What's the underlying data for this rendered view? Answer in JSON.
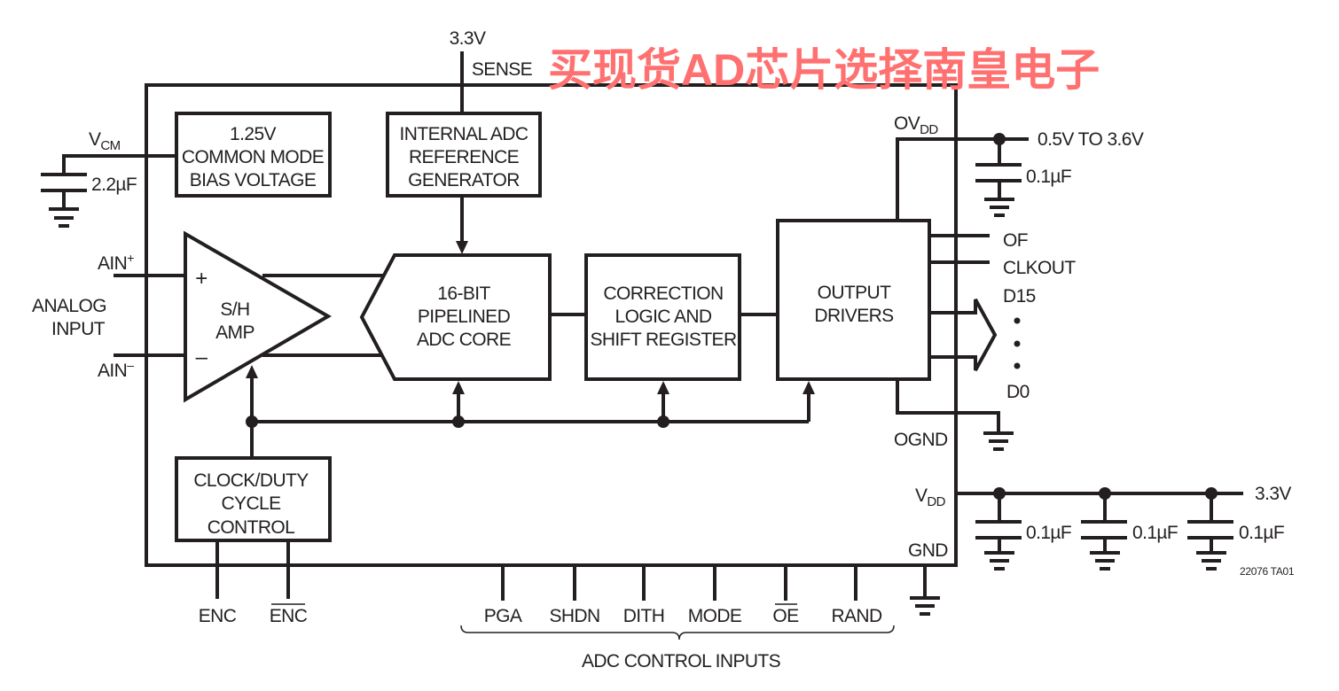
{
  "watermark": "买现货AD芯片选择南皇电子",
  "supply_top": {
    "voltage": "3.3V",
    "pin": "SENSE"
  },
  "blocks": {
    "bias": [
      "1.25V",
      "COMMON MODE",
      "BIAS VOLTAGE"
    ],
    "reference": [
      "INTERNAL ADC",
      "REFERENCE",
      "GENERATOR"
    ],
    "sh_amp": [
      "S/H",
      "AMP"
    ],
    "adc_core": [
      "16-BIT",
      "PIPELINED",
      "ADC CORE"
    ],
    "correction": [
      "CORRECTION",
      "LOGIC AND",
      "SHIFT REGISTER"
    ],
    "output_drivers": [
      "OUTPUT",
      "DRIVERS"
    ],
    "clock": [
      "CLOCK/DUTY",
      "CYCLE",
      "CONTROL"
    ]
  },
  "left": {
    "vcm": {
      "main": "V",
      "sub": "CM"
    },
    "vcm_cap": "2.2µF",
    "ain_plus": {
      "main": "AIN",
      "sup": "+"
    },
    "ain_minus": {
      "main": "AIN",
      "sup": "–"
    },
    "analog_input": [
      "ANALOG",
      "INPUT"
    ],
    "amp_plus": "+",
    "amp_minus": "–"
  },
  "right": {
    "ovdd": {
      "main": "OV",
      "sub": "DD"
    },
    "ovdd_range": "0.5V TO 3.6V",
    "ovdd_cap": "0.1µF",
    "of": "OF",
    "clkout": "CLKOUT",
    "d15": "D15",
    "d0": "D0",
    "ognd": "OGND",
    "vdd": {
      "main": "V",
      "sub": "DD"
    },
    "vdd_voltage": "3.3V",
    "vdd_caps": [
      "0.1µF",
      "0.1µF",
      "0.1µF"
    ],
    "gnd": "GND",
    "figure_id": "22076 TA01"
  },
  "bottom": {
    "enc": "ENC",
    "enc_bar": "ENC",
    "control_pins": [
      "PGA",
      "SHDN",
      "DITH",
      "MODE",
      "OE",
      "RAND"
    ],
    "control_group_label": "ADC CONTROL INPUTS"
  }
}
